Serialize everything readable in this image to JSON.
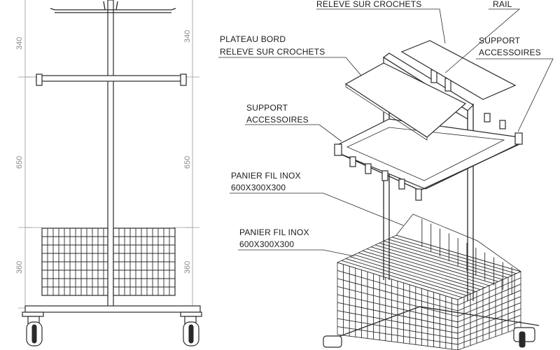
{
  "dimensions": {
    "left_top": "340",
    "left_middle": "650",
    "left_bottom": "360",
    "right_top": "340",
    "right_middle": "650",
    "right_bottom": "360"
  },
  "labels": {
    "releve_line": "RELEVE SUR CROCHETS",
    "rail": "RAIL",
    "plateau_line1": "PLATEAU BORD",
    "plateau_line2": "RELEVE SUR CROCHETS",
    "support_right_line1": "SUPPORT",
    "support_right_line2": "ACCESSOIRES",
    "support_left_line1": "SUPPORT",
    "support_left_line2": "ACCESSOIRES",
    "panier1_line1": "PANIER FIL INOX",
    "panier1_line2": "600X300X300",
    "panier2_line1": "PANIER FIL INOX",
    "panier2_line2": "600X300X300"
  }
}
